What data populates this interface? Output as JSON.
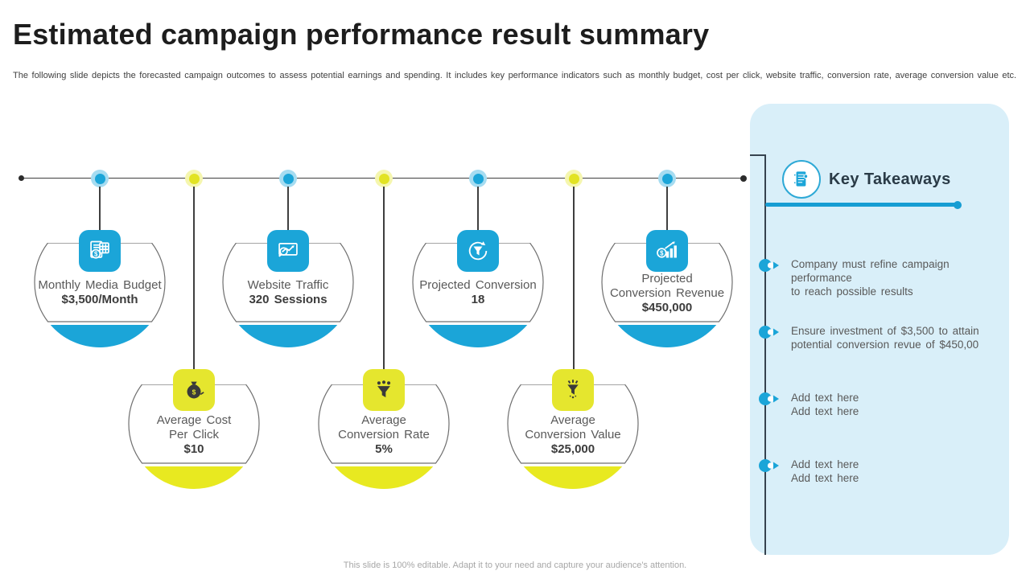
{
  "slide": {
    "title": "Estimated campaign performance result summary",
    "subtitle": "The following slide depicts the forecasted campaign outcomes to assess potential earnings and spending. It includes key performance indicators such as monthly budget, cost per click, website traffic, conversion rate, average conversion value etc.",
    "footer": "This slide is 100% editable. Adapt it to your need and capture your audience's attention."
  },
  "diagram": {
    "timeline_marker_colors": [
      "blue",
      "yellow",
      "blue",
      "yellow",
      "blue",
      "yellow",
      "blue"
    ],
    "nodes": [
      {
        "id": "monthly-media-budget",
        "row": "top",
        "accent": "#1ba5d8",
        "icon": "invoice-calculator-icon",
        "lines": [
          "Monthly Media Budget"
        ],
        "value": "$3,500/Month"
      },
      {
        "id": "average-cost-per-click",
        "row": "bottom",
        "accent": "#e8e920",
        "icon": "money-bag-icon",
        "lines": [
          "Average Cost",
          "Per Click"
        ],
        "value": "$10"
      },
      {
        "id": "website-traffic",
        "row": "top",
        "accent": "#1ba5d8",
        "icon": "traffic-analysis-icon",
        "lines": [
          "Website Traffic"
        ],
        "value": "320 Sessions"
      },
      {
        "id": "average-conversion-rate",
        "row": "bottom",
        "accent": "#e8e920",
        "icon": "leads-funnel-icon",
        "lines": [
          "Average",
          "Conversion Rate"
        ],
        "value": "5%"
      },
      {
        "id": "projected-conversion",
        "row": "top",
        "accent": "#1ba5d8",
        "icon": "conversion-funnel-icon",
        "lines": [
          "Projected Conversion"
        ],
        "value": "18"
      },
      {
        "id": "average-conversion-value",
        "row": "bottom",
        "accent": "#e8e920",
        "icon": "value-funnel-icon",
        "lines": [
          "Average",
          "Conversion Value"
        ],
        "value": "$25,000"
      },
      {
        "id": "projected-conversion-revenue",
        "row": "top",
        "accent": "#1ba5d8",
        "icon": "revenue-chart-icon",
        "lines": [
          "Projected",
          "Conversion Revenue"
        ],
        "value": "$450,000"
      }
    ]
  },
  "takeaways": {
    "heading": "Key Takeaways",
    "icon": "notepad-icon",
    "bullets": [
      {
        "lines": [
          "Company must refine campaign performance",
          "to reach possible results"
        ]
      },
      {
        "lines": [
          "Ensure investment of $3,500 to attain",
          "potential conversion revue of $450,00"
        ]
      },
      {
        "lines": [
          "Add text here",
          "Add text here"
        ]
      },
      {
        "lines": [
          "Add text here",
          "Add text here"
        ]
      }
    ]
  },
  "colors": {
    "accent_blue": "#1ba5d8",
    "accent_yellow": "#e8e920",
    "panel_background": "#d9eff9",
    "underline_blue": "#169dd3",
    "line_dark": "#3f3f3f"
  }
}
